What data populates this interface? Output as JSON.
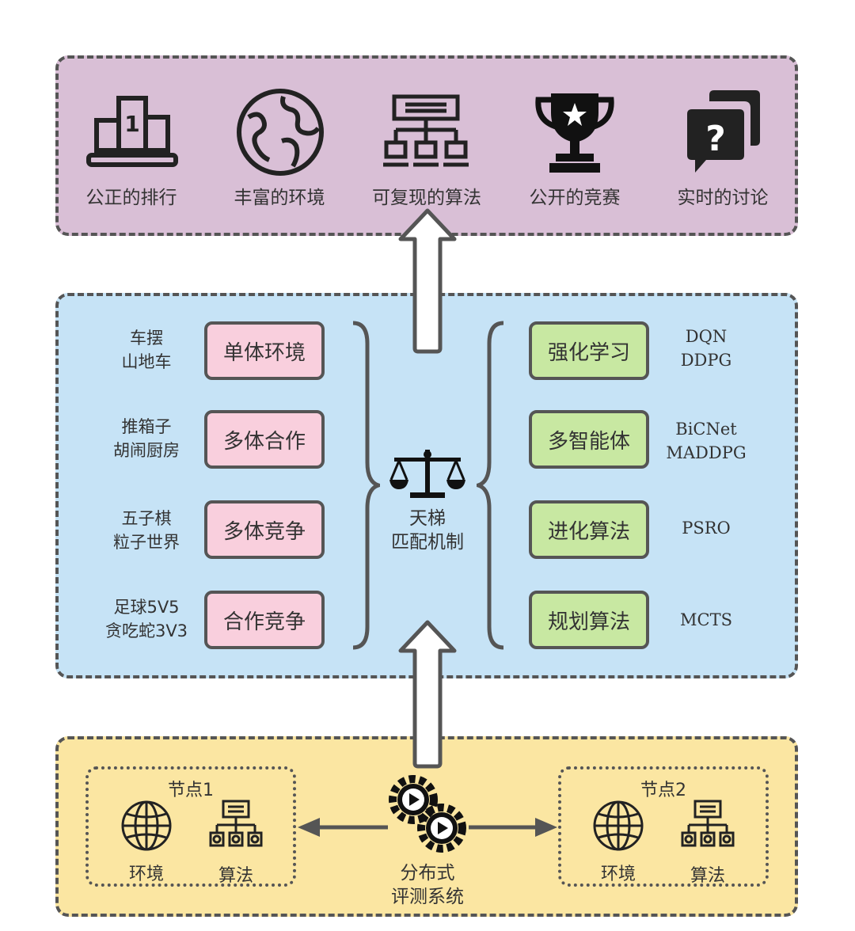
{
  "top": {
    "features": [
      {
        "label": "公正的排行",
        "icon": "podium-icon"
      },
      {
        "label": "丰富的环境",
        "icon": "globe-icon"
      },
      {
        "label": "可复现的算法",
        "icon": "sitemap-icon"
      },
      {
        "label": "公开的竞赛",
        "icon": "trophy-icon"
      },
      {
        "label": "实时的讨论",
        "icon": "chat-question-icon"
      }
    ]
  },
  "middle": {
    "env_categories": [
      {
        "label": "单体环境",
        "examples": [
          "车摆",
          "山地车"
        ]
      },
      {
        "label": "多体合作",
        "examples": [
          "推箱子",
          "胡闹厨房"
        ]
      },
      {
        "label": "多体竞争",
        "examples": [
          "五子棋",
          "粒子世界"
        ]
      },
      {
        "label": "合作竞争",
        "examples": [
          "足球5V5",
          "贪吃蛇3V3"
        ]
      }
    ],
    "center": {
      "line1": "天梯",
      "line2": "匹配机制",
      "icon": "balance-scale-icon"
    },
    "algo_categories": [
      {
        "label": "强化学习",
        "examples": [
          "DQN",
          "DDPG"
        ]
      },
      {
        "label": "多智能体",
        "examples": [
          "BiCNet",
          "MADDPG"
        ]
      },
      {
        "label": "进化算法",
        "examples": [
          "PSRO"
        ]
      },
      {
        "label": "规划算法",
        "examples": [
          "MCTS"
        ]
      }
    ]
  },
  "bottom": {
    "node1": {
      "title": "节点1",
      "env": "环境",
      "algo": "算法"
    },
    "node2": {
      "title": "节点2",
      "env": "环境",
      "algo": "算法"
    },
    "center": {
      "line1": "分布式",
      "line2": "评测系统",
      "icon": "gears-icon"
    }
  },
  "colors": {
    "top_bg": "#d9bfd6",
    "mid_bg": "#c6e3f6",
    "bot_bg": "#fbe6a2",
    "pink_box": "#f9cfdd",
    "green_box": "#c8e8a2",
    "stroke": "#555555"
  }
}
